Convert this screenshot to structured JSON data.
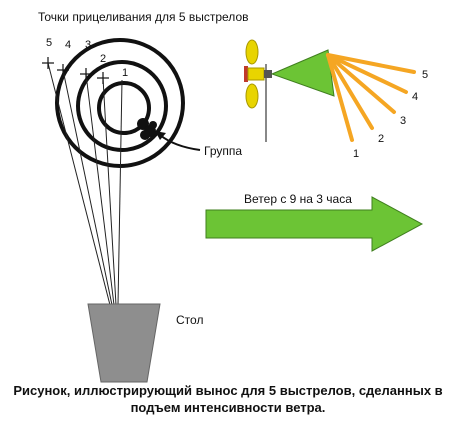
{
  "title": "Точки прицеливания для 5 выстрелов",
  "group_label": "Группа",
  "wind_label": "Ветер с 9 на 3 часа",
  "table_label": "Стол",
  "caption": "Рисунок, иллюстрирующий вынос для 5 выстрелов, сделанных в подъем интенсивности ветра.",
  "aim_numbers": [
    "1",
    "2",
    "3",
    "4",
    "5"
  ],
  "ray_numbers": [
    "1",
    "2",
    "3",
    "4",
    "5"
  ],
  "colors": {
    "wind_arrow": "#6cc435",
    "flag": "#6cc435",
    "rays": "#f5a623",
    "propeller": "#e8d400",
    "table": "#8e8e8e",
    "rings": "#111111"
  }
}
